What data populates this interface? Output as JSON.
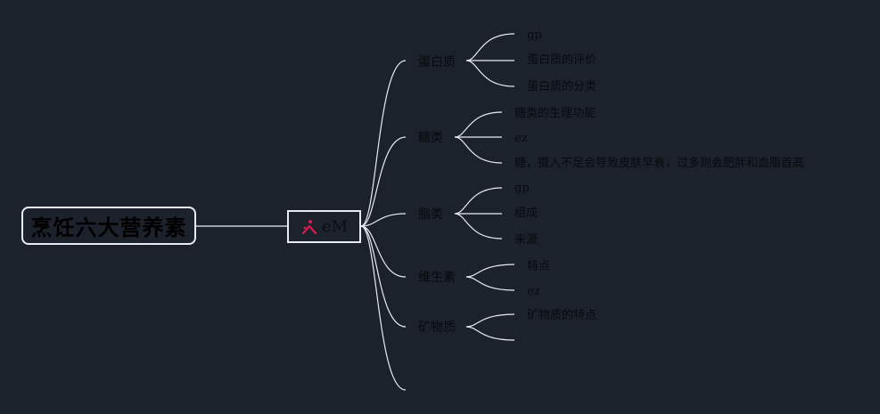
{
  "root": {
    "label": "烹饪六大营养素"
  },
  "hub": {
    "label": "eM",
    "icon": "mindmap-logo-icon"
  },
  "branches": [
    {
      "label": "蛋白质",
      "leaves": [
        "gp",
        "蛋白质的评价",
        "蛋白质的分类"
      ]
    },
    {
      "label": "糖类",
      "leaves": [
        "糖类的生理功能",
        "ez",
        "糖，摄入不足会导致皮肤早衰，过多则会肥胖和血脂首高"
      ]
    },
    {
      "label": "脂类",
      "leaves": [
        "gp",
        "组成",
        "来源"
      ]
    },
    {
      "label": "维生素",
      "leaves": [
        "特点",
        "ez"
      ]
    },
    {
      "label": "矿物质",
      "leaves": [
        "矿物质的特点",
        ""
      ]
    },
    {
      "label": "",
      "leaves": []
    }
  ],
  "colors": {
    "background": "#1c222c",
    "lines": "#e8ecf2",
    "text": "#080a0d",
    "icon_accent": "#d81b4f"
  }
}
